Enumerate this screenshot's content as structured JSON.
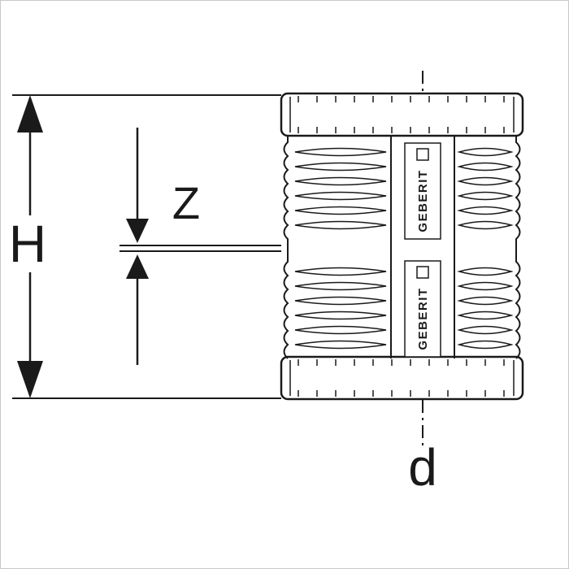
{
  "diagram": {
    "dimension_labels": {
      "h": "H",
      "z": "Z",
      "d": "d"
    },
    "brand_label": "GEBERIT"
  },
  "colors": {
    "line": "#1a1a1a",
    "background": "#ffffff",
    "frame_border": "#c9c9c9"
  }
}
